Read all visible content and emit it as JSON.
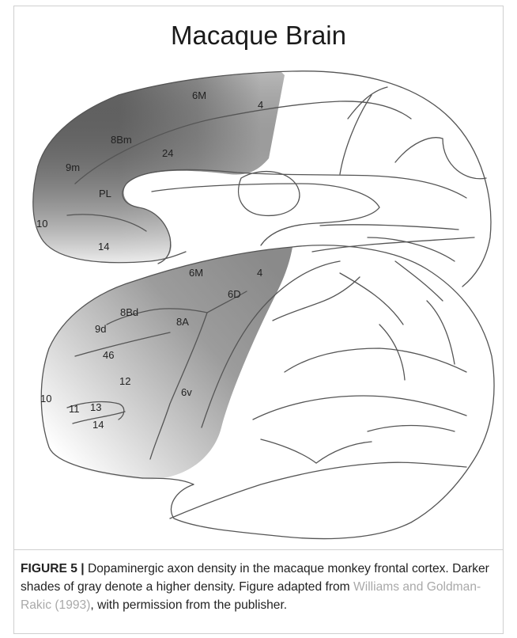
{
  "title": "Macaque Brain",
  "medial_labels": [
    "4",
    "6M",
    "8Bm",
    "24",
    "9m",
    "PL",
    "10",
    "14"
  ],
  "lateral_labels": [
    "6M",
    "4",
    "6D",
    "8Bd",
    "8A",
    "9d",
    "46",
    "12",
    "10",
    "11",
    "13",
    "14",
    "6v"
  ],
  "caption": {
    "figure_label": "FIGURE 5 |",
    "text_1": " Dopaminergic axon density in the macaque monkey frontal cortex. Darker shades of gray denote a higher density. Figure adapted from ",
    "reference": "Williams and Goldman-Rakic (1993)",
    "text_2": ", with permission from the publisher."
  },
  "colors": {
    "high_density": "#6f6f6f",
    "low_density": "#ffffff",
    "outline": "#555555"
  }
}
